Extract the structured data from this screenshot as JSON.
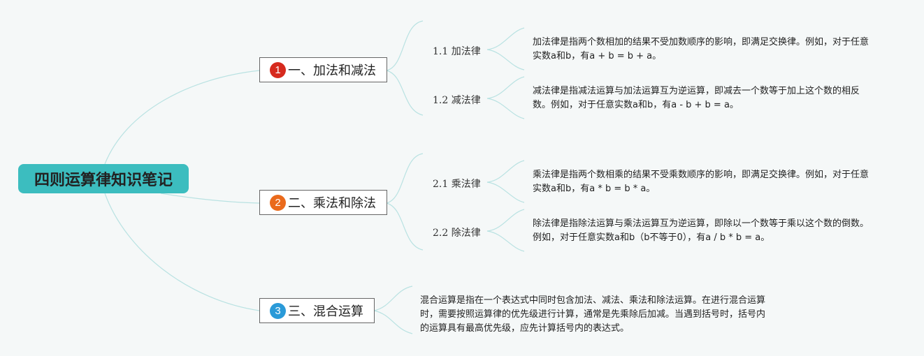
{
  "root": {
    "title": "四则运算律知识笔记"
  },
  "branches": [
    {
      "badge": "1",
      "badge_color": "#d62a1e",
      "label": "一、加法和减法",
      "children": [
        {
          "label": "1.1 加法律",
          "text": "加法律是指两个数相加的结果不受加数顺序的影响，即满足交换律。例如，对于任意实数a和b，有a + b = b + a。"
        },
        {
          "label": "1.2 减法律",
          "text": "减法律是指减法运算与加法运算互为逆运算，即减去一个数等于加上这个数的相反数。例如，对于任意实数a和b，有a - b + b = a。"
        }
      ]
    },
    {
      "badge": "2",
      "badge_color": "#ea6a1c",
      "label": "二、乘法和除法",
      "children": [
        {
          "label": "2.1 乘法律",
          "text": "乘法律是指两个数相乘的结果不受乘数顺序的影响，即满足交换律。例如，对于任意实数a和b，有a * b = b * a。"
        },
        {
          "label": "2.2 除法律",
          "text": "除法律是指除法运算与乘法运算互为逆运算，即除以一个数等于乘以这个数的倒数。例如，对于任意实数a和b（b不等于0），有a / b * b = a。"
        }
      ]
    },
    {
      "badge": "3",
      "badge_color": "#2a9ad8",
      "label": "三、混合运算",
      "text": "混合运算是指在一个表达式中同时包含加法、减法、乘法和除法运算。在进行混合运算时，需要按照运算律的优先级进行计算，通常是先乘除后加减。当遇到括号时，括号内的运算具有最高优先级，应先计算括号内的表达式。"
    }
  ],
  "colors": {
    "root": "#3cbdbf",
    "connector": "#b9e2e2",
    "background": "#f5f8f8"
  }
}
